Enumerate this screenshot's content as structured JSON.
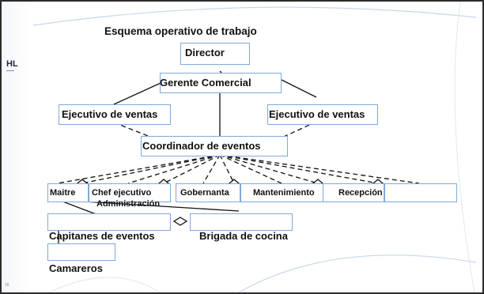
{
  "slide": {
    "title": "Esquema operativo de trabajo",
    "logo": "HL",
    "page_number": "16"
  },
  "org": {
    "director": "Director",
    "gerente": "Gerente Comercial",
    "ejecutivo_left": "Ejecutivo de ventas",
    "ejecutivo_right": "Ejecutivo de ventas",
    "coordinador": "Coordinador de eventos",
    "departments": {
      "maitre": "Maitre",
      "chef": "Chef ejecutivo",
      "administracion": "Administración",
      "gobernanta": "Gobernanta",
      "mantenimiento": "Mantenimiento",
      "recepcion": "Recepción"
    },
    "capitanes": "Capitanes de eventos",
    "brigada": "Brigada de cocina",
    "camareros": "Camareros"
  },
  "colors": {
    "box_border": "#7fa9dc",
    "text": "#111111",
    "swirl": "#c9d7ea"
  }
}
